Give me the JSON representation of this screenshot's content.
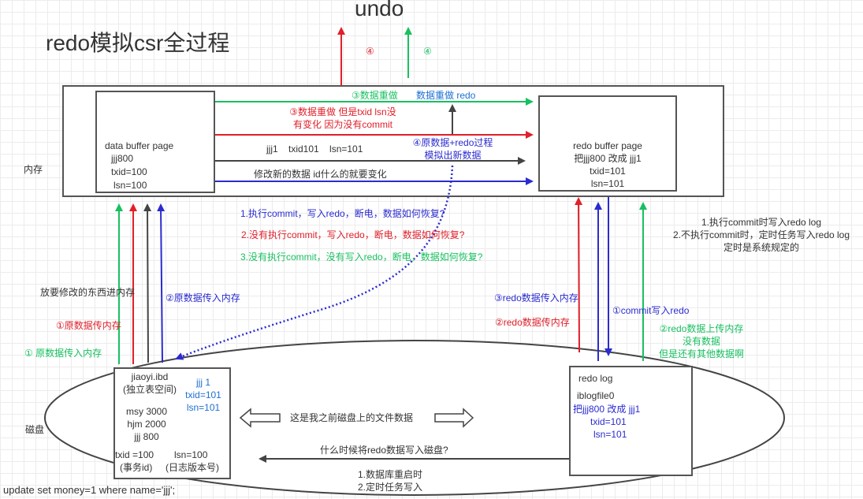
{
  "title": "redo模拟csr全过程",
  "undo_label": "undo",
  "undo_markers": {
    "red": "④",
    "green": "④"
  },
  "colors": {
    "red": "#e0202a",
    "green": "#18c060",
    "blue": "#2b2bd0",
    "dark": "#444444",
    "light_blue": "#1f6fd1"
  },
  "memory": {
    "label": "内存",
    "data_buffer": {
      "title": "data buffer page",
      "lines": [
        "jjj800",
        "txid=100",
        "lsn=100"
      ]
    },
    "redo_buffer": {
      "title": "redo buffer page",
      "lines": [
        "把jjj800 改成 jjj1",
        "txid=101",
        "lsn=101"
      ]
    },
    "arrows": {
      "green_label_a": "③数据重做",
      "green_label_b": "数据重做 redo",
      "red_label": [
        "③数据重做 但是txid lsn没",
        "有变化 因为没有commit"
      ],
      "dark_label": "jjj1    txid101    lsn=101",
      "blue_label": "修改新的数据 id什么的就要变化",
      "process_label": [
        "④原数据+redo过程",
        "模拟出新数据"
      ]
    }
  },
  "questions": [
    "1.执行commit，写入redo，断电，数据如何恢复?",
    "2.没有执行commit，写入redo，断电，数据如何恢复?",
    "3.没有执行commit，没有写入redo，断电，数据如何恢复?"
  ],
  "redo_note": [
    "1.执行commit时写入redo log",
    "2.不执行commit时，定时任务写入redo log",
    "定时是系统规定的"
  ],
  "left_arrow_labels": {
    "dark": "放要修改的东西进内存",
    "blue": "②原数据传入内存",
    "red": "①原数据传内存",
    "green": "① 原数据传入内存"
  },
  "right_arrow_labels": {
    "blue_up": "③redo数据传入内存",
    "red": "②redo数据传内存",
    "blue_down": "①commit写入redo",
    "green": [
      "②redo数据上传内存",
      "没有数据",
      "但是还有其他数据啊"
    ]
  },
  "disk": {
    "label": "磁盘",
    "ibd": {
      "name": "jiaoyi.ibd",
      "subtitle": "(独立表空间)",
      "rows": [
        "msy 3000",
        "hjm 2000",
        "jjj 800"
      ],
      "new_values": [
        "jjj 1",
        "txid=101",
        "lsn=101"
      ],
      "txid": "txid =100",
      "lsn": "lsn=100",
      "txid_note": "(事务id)",
      "lsn_note": "(日志版本号)"
    },
    "middle_note": "这是我之前磁盘上的文件数据",
    "redo_log": {
      "title": "redo log",
      "file": "iblogfile0",
      "lines": [
        "把jjj800 改成 jjj1",
        "txid=101",
        "lsn=101"
      ]
    },
    "write_question": "什么时候将redo数据写入磁盘?",
    "write_answers": [
      "1.数据库重启时",
      "2.定时任务写入"
    ]
  },
  "sql": "update set money=1 where name='jjj';"
}
